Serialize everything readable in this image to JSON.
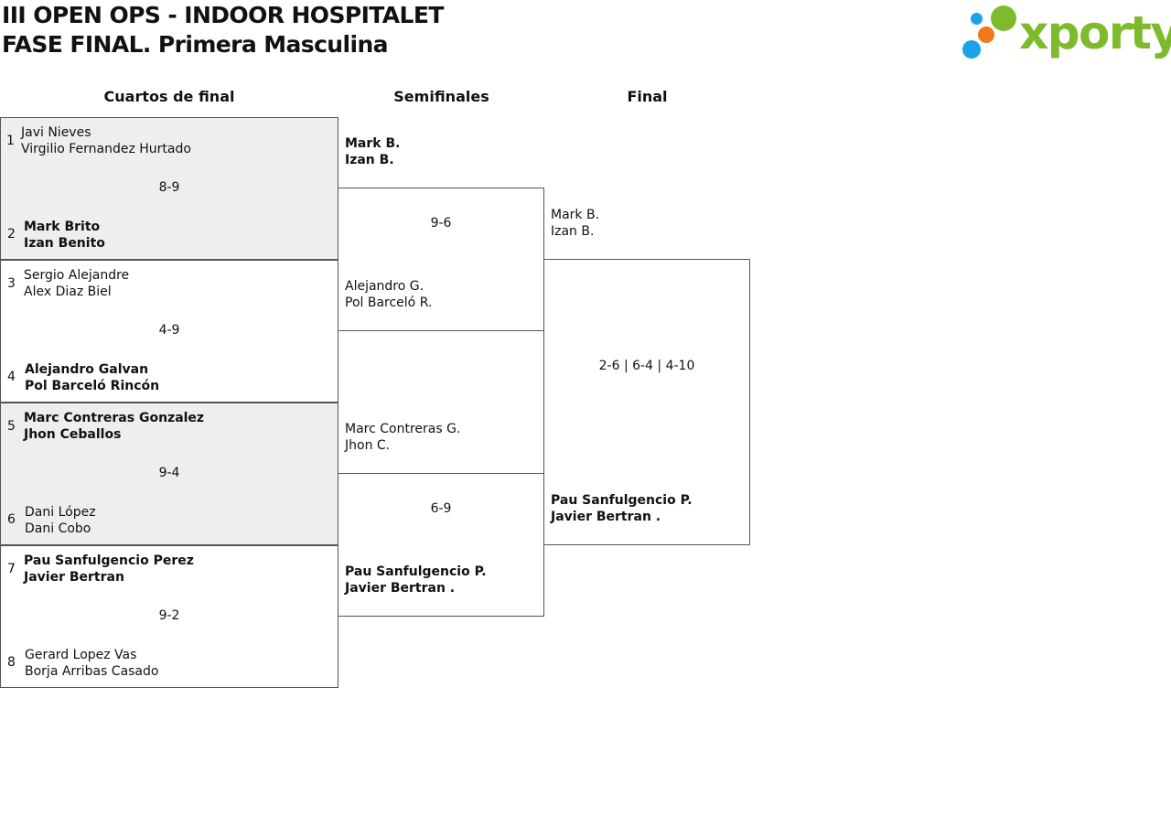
{
  "header": {
    "line1": "III OPEN OPS - INDOOR HOSPITALET",
    "line2": "FASE FINAL. Primera Masculina"
  },
  "logo": {
    "text": "xporty",
    "colors": {
      "green": "#7dbb2c",
      "orange": "#f07a1a",
      "blue": "#1aa3e8"
    }
  },
  "rounds": {
    "quarters": "Cuartos de final",
    "semis": "Semifinales",
    "final": "Final"
  },
  "quarterfinals": [
    {
      "seed_a": "1",
      "a1": "Javi Nieves",
      "a2": "Virgilio Fernandez Hurtado",
      "score": "8-9",
      "seed_b": "2",
      "b1": "Mark Brito",
      "b2": "Izan Benito",
      "winner": "b"
    },
    {
      "seed_a": "3",
      "a1": "Sergio Alejandre",
      "a2": "Alex Diaz Biel",
      "score": "4-9",
      "seed_b": "4",
      "b1": "Alejandro Galvan",
      "b2": "Pol Barceló Rincón",
      "winner": "b"
    },
    {
      "seed_a": "5",
      "a1": "Marc Contreras Gonzalez",
      "a2": "Jhon Ceballos",
      "score": "9-4",
      "seed_b": "6",
      "b1": "Dani López",
      "b2": "Dani Cobo",
      "winner": "a"
    },
    {
      "seed_a": "7",
      "a1": "Pau Sanfulgencio Perez",
      "a2": "Javier Bertran",
      "score": "9-2",
      "seed_b": "8",
      "b1": "Gerard Lopez Vas",
      "b2": "Borja Arribas Casado",
      "winner": "a"
    }
  ],
  "semifinals": [
    {
      "a1": "Mark B.",
      "a2": "Izan B.",
      "score": "9-6",
      "b1": "Alejandro G.",
      "b2": "Pol Barceló R.",
      "winner": "a"
    },
    {
      "a1": "Marc Contreras G.",
      "a2": "Jhon C.",
      "score": "6-9",
      "b1": "Pau Sanfulgencio P.",
      "b2": "Javier Bertran .",
      "winner": "b"
    }
  ],
  "final": {
    "a1": "Mark B.",
    "a2": "Izan B.",
    "score": "2-6 | 6-4 | 4-10",
    "b1": "Pau Sanfulgencio P.",
    "b2": "Javier Bertran .",
    "winner": "b"
  }
}
